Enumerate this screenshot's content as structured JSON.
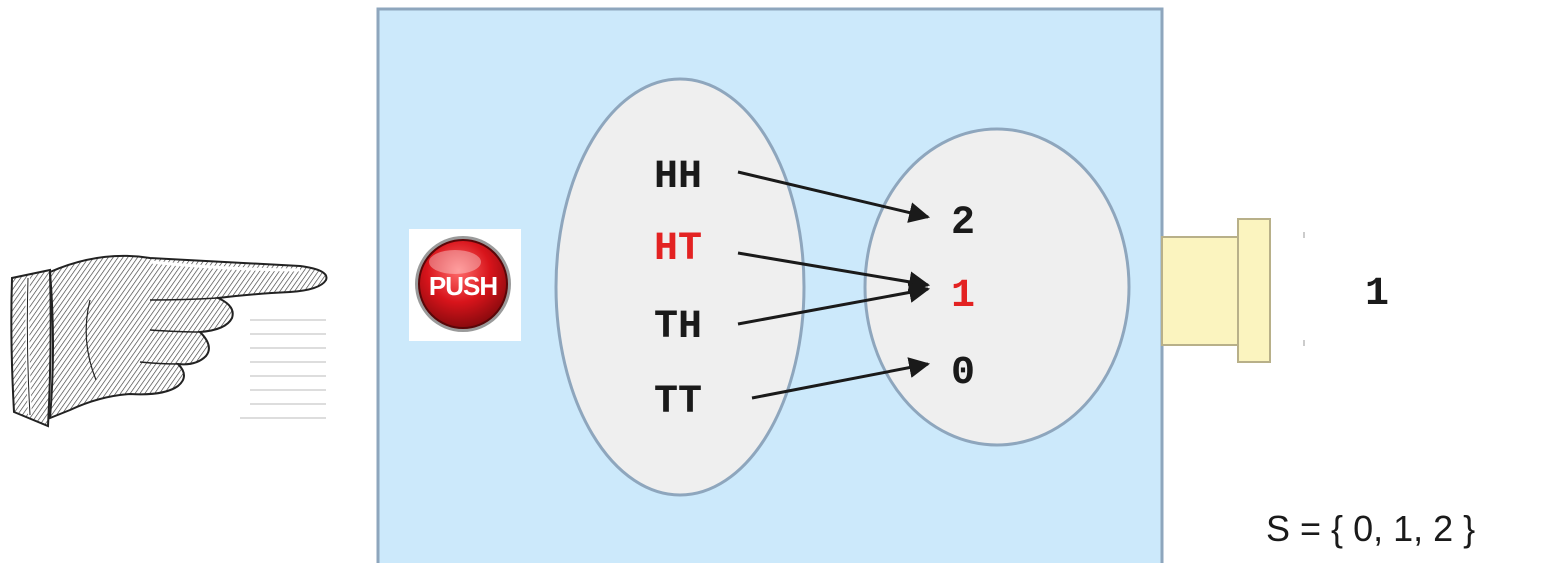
{
  "push_button": {
    "label": "PUSH"
  },
  "outcomes": [
    {
      "label": "HH",
      "highlighted": false
    },
    {
      "label": "HT",
      "highlighted": true
    },
    {
      "label": "TH",
      "highlighted": false
    },
    {
      "label": "TT",
      "highlighted": false
    }
  ],
  "values": [
    {
      "label": "2",
      "highlighted": false
    },
    {
      "label": "1",
      "highlighted": true
    },
    {
      "label": "0",
      "highlighted": false
    }
  ],
  "mapping": [
    {
      "from": "HH",
      "to": "2"
    },
    {
      "from": "HT",
      "to": "1"
    },
    {
      "from": "TH",
      "to": "1"
    },
    {
      "from": "TT",
      "to": "0"
    }
  ],
  "output": {
    "value": "1"
  },
  "sample_space": {
    "text": "S = { 0, 1, 2 }"
  },
  "colors": {
    "box_fill": "#cce9fb",
    "box_border": "#8ea6bd",
    "ellipse_fill": "#efefef",
    "ellipse_border": "#8ea6bd",
    "highlight": "#e32222",
    "text": "#1a1a1a",
    "push_button": "#d8141b",
    "output_chute": "#fbf4bf"
  },
  "icons": {
    "hand": "pointing-hand-icon",
    "push": "push-button-icon",
    "chute": "output-chute-icon"
  }
}
